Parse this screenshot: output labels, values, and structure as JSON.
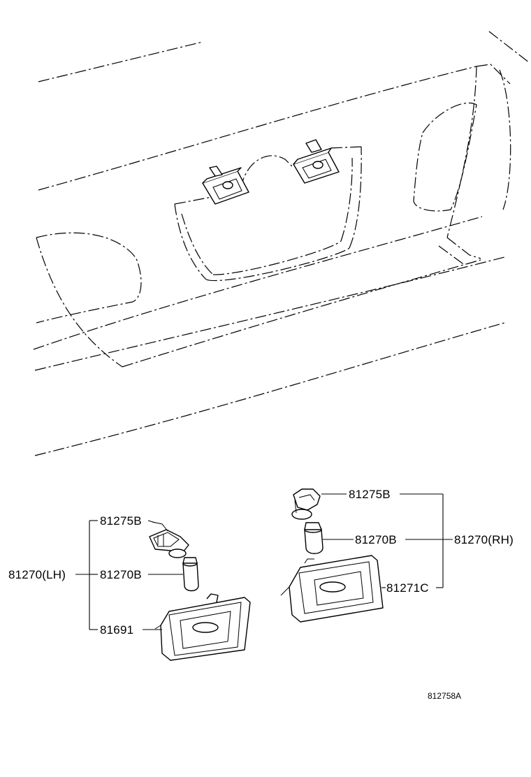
{
  "labels": {
    "lh_socket": "81275B",
    "lh_assembly": "81270(LH)",
    "lh_bulb": "81270B",
    "lh_lens": "81691",
    "rh_socket": "81275B",
    "rh_bulb": "81270B",
    "rh_assembly": "81270(RH)",
    "rh_lens": "81271C"
  },
  "illustration_code": "812758A"
}
